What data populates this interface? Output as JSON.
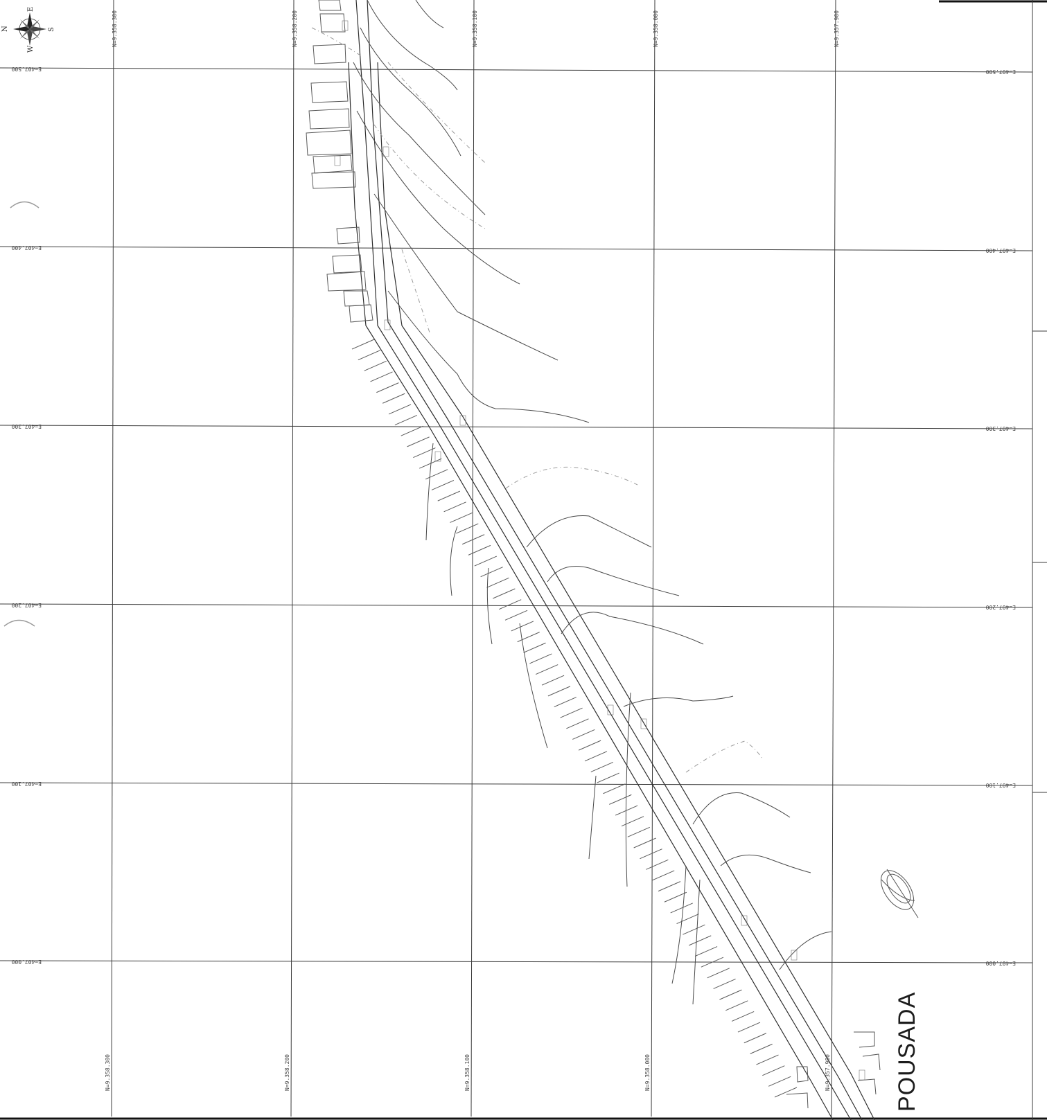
{
  "map": {
    "place_label": "POUSADA",
    "compass": {
      "n": "N",
      "e": "E",
      "s": "S",
      "w": "W"
    },
    "easting_left_labels": [
      "E=407.500",
      "E=407.400",
      "E=407.300",
      "E=407.200",
      "E=407.100",
      "E=407.000"
    ],
    "easting_right_labels": [
      "E=407.500",
      "E=407.400",
      "E=407.300",
      "E=407.200",
      "E=407.100",
      "E=407.000"
    ],
    "northing_top_labels": [
      "N=9.358.300",
      "N=9.358.200",
      "N=9.358.100",
      "N=9.358.000",
      "N=9.357.900"
    ],
    "northing_bottom_labels": [
      "N=9.358.300",
      "N=9.358.200",
      "N=9.358.100",
      "N=9.358.000",
      "N=9.357.900"
    ],
    "colors": {
      "lines": "#3a3a3a",
      "paper": "#ffffff"
    }
  }
}
